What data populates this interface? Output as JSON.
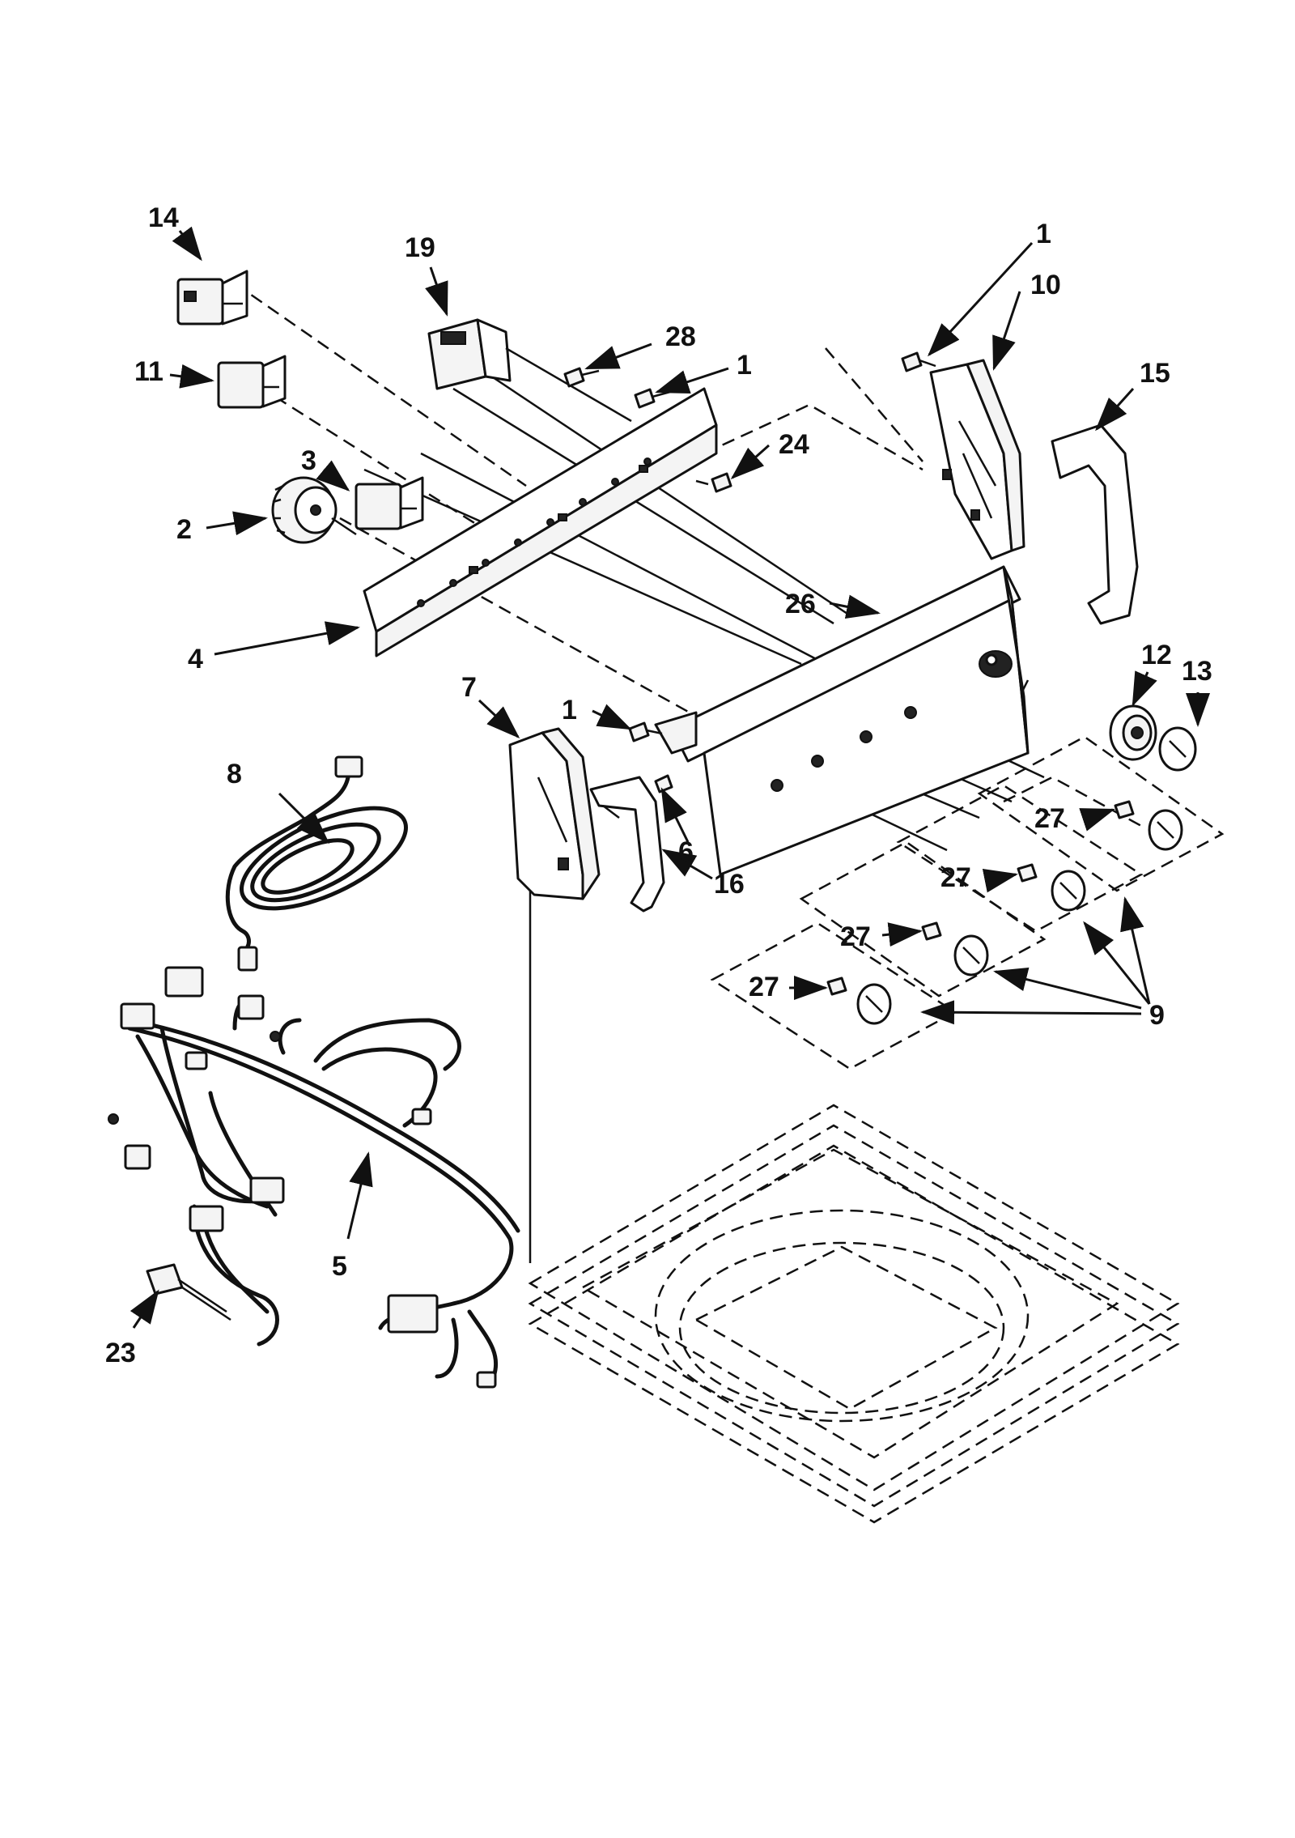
{
  "callouts": {
    "c14": "14",
    "c19": "19",
    "c1_top_right": "1",
    "c10": "10",
    "c28": "28",
    "c1_console": "1",
    "c15": "15",
    "c11": "11",
    "c24": "24",
    "c3": "3",
    "c2": "2",
    "c26": "26",
    "c4": "4",
    "c12": "12",
    "c13": "13",
    "c7": "7",
    "c1_endcap": "1",
    "c8": "8",
    "c27_a": "27",
    "c6": "6",
    "c27_b": "27",
    "c16": "16",
    "c27_c": "27",
    "c27_d": "27",
    "c9": "9",
    "c5": "5",
    "c23": "23"
  }
}
